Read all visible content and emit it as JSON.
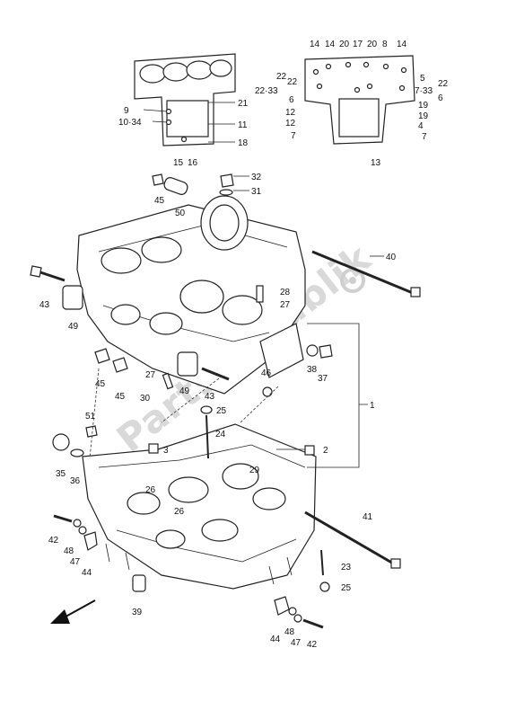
{
  "watermark": "PartsRepublik",
  "callouts": {
    "top_left": [
      "21",
      "9",
      "10·34",
      "11",
      "18",
      "15",
      "16"
    ],
    "top_right": [
      "14",
      "14",
      "17",
      "20",
      "20",
      "8",
      "14",
      "22",
      "22",
      "22·33",
      "6",
      "12",
      "12",
      "7",
      "5",
      "22",
      "7·33",
      "6",
      "19",
      "19",
      "4",
      "7",
      "13"
    ],
    "upper": [
      "32",
      "31",
      "45",
      "50",
      "40",
      "43",
      "49",
      "28",
      "27",
      "45",
      "45",
      "27",
      "30",
      "49",
      "43",
      "46",
      "38",
      "37",
      "1"
    ],
    "lower": [
      "51",
      "25",
      "24",
      "3",
      "2",
      "35",
      "36",
      "26",
      "26",
      "29",
      "42",
      "48",
      "47",
      "44",
      "41",
      "23",
      "25",
      "39",
      "44",
      "48",
      "47",
      "42"
    ]
  }
}
